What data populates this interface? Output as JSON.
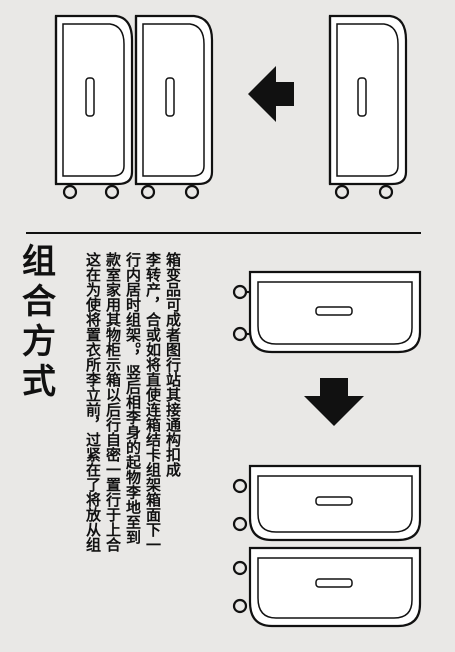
{
  "title": "组合方式",
  "columns": [
    "箱变品可成者图行站其接通构扣成",
    "李转产，合或如将直使连箱结卡组架箱面下一",
    "行内居时组架。，竖后相李身的起物李地至到",
    "款室家用其物柜示箱以后行自密一置行于上合",
    "这在为使将置衣所李立前，过紧在了将放从组"
  ],
  "colors": {
    "line": "#111111",
    "background": "#e9e8e6",
    "luggage_fill": "#ffffff"
  },
  "icons": [
    "luggage-icon",
    "arrow-left-icon",
    "arrow-down-icon"
  ]
}
